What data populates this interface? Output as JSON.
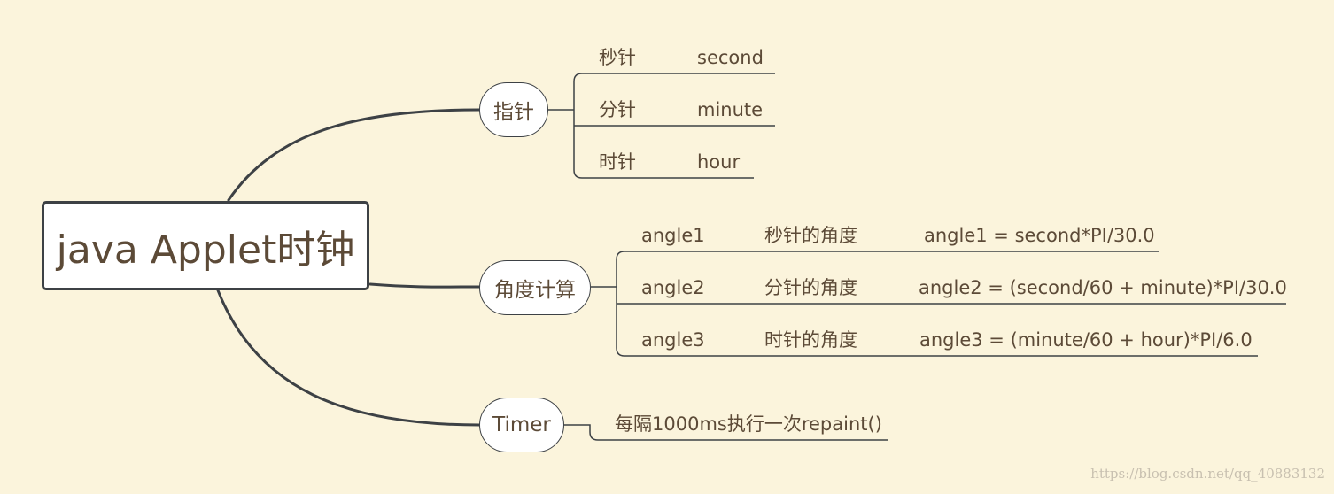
{
  "root": {
    "title": "java Applet时钟"
  },
  "branches": [
    {
      "label": "指针",
      "children": [
        {
          "name": "秒针",
          "value": "second"
        },
        {
          "name": "分针",
          "value": "minute"
        },
        {
          "name": "时针",
          "value": "hour"
        }
      ]
    },
    {
      "label": "角度计算",
      "children": [
        {
          "var": "angle1",
          "desc": "秒针的角度",
          "formula": "angle1 = second*PI/30.0"
        },
        {
          "var": "angle2",
          "desc": "分针的角度",
          "formula": "angle2 = (second/60 + minute)*PI/30.0"
        },
        {
          "var": "angle3",
          "desc": "时针的角度",
          "formula": "angle3 = (minute/60 + hour)*PI/6.0"
        }
      ]
    },
    {
      "label": "Timer",
      "children": [
        {
          "text": "每隔1000ms执行一次repaint()"
        }
      ]
    }
  ],
  "watermark": "https://blog.csdn.net/qq_40883132",
  "colors": {
    "background": "#fbf4dc",
    "line": "#3d4145",
    "text": "#5c4a37"
  }
}
